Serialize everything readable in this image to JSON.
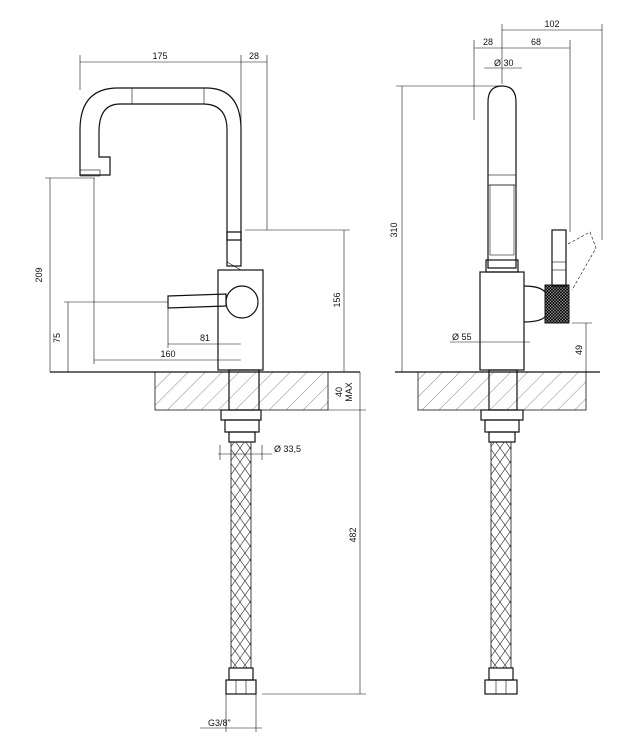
{
  "dimensions": {
    "spout_reach": "175",
    "body_offset": "28",
    "lever_reach": "102",
    "side_offset": "28",
    "lever_offset": "68",
    "spout_diameter": "Ø 30",
    "total_height": "310",
    "spout_height": "209",
    "lever_height": "156",
    "lever_axis_height": "75",
    "lever_reach_short": "81",
    "lever_reach_long": "160",
    "deck_thickness": "40",
    "deck_max": "MAX",
    "body_diameter": "Ø 55",
    "lever_angle_height": "49",
    "hose_diameter": "Ø 33,5",
    "hose_length": "482",
    "connection": "G3/8\""
  }
}
